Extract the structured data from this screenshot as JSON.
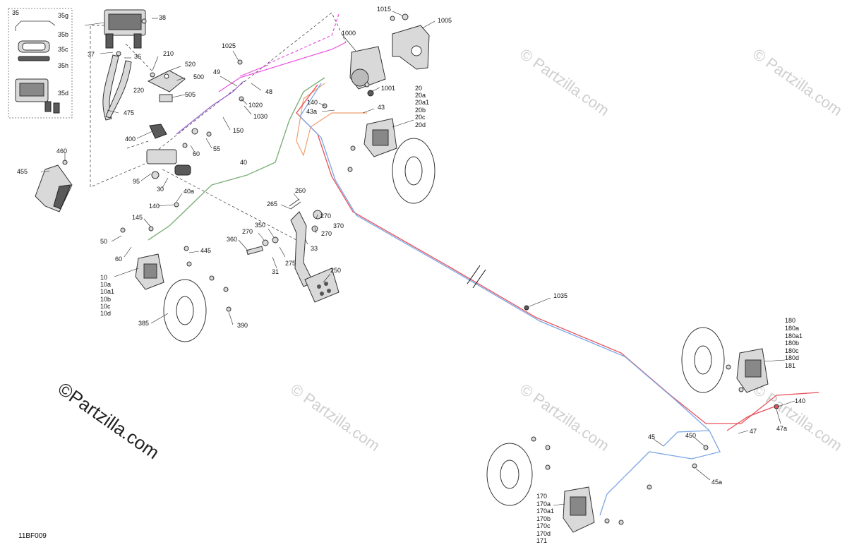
{
  "diagram": {
    "code": "11BF009",
    "watermark_main": "©Partzilla.com",
    "watermark_small": "© Partzilla.com",
    "line_colors": {
      "red": "#e8505a",
      "blue": "#7aa6e6",
      "green": "#7fb07a",
      "magenta": "#e94fe0",
      "orange": "#f0a070"
    }
  },
  "callouts": {
    "c35": "35",
    "c35g": "35g",
    "c35b": "35b",
    "c35c": "35c",
    "c35h": "35h",
    "c35d": "35d",
    "c38": "38",
    "c37": "37",
    "c36": "36",
    "c210": "210",
    "c520": "520",
    "c500": "500",
    "c220": "220",
    "c505": "505",
    "c475": "475",
    "c1025": "1025",
    "c49": "49",
    "c48": "48",
    "c1020": "1020",
    "c1030": "1030",
    "c150": "150",
    "c400": "400",
    "c60a": "60",
    "c55": "55",
    "c460": "460",
    "c455": "455",
    "c95": "95",
    "c30": "30",
    "c40": "40",
    "c40a": "40a",
    "c140a": "140",
    "c145": "145",
    "c50": "50",
    "c60b": "60",
    "c10": "10",
    "c10a": "10a",
    "c10a1": "10a1",
    "c10b": "10b",
    "c10c": "10c",
    "c10d": "10d",
    "c445": "445",
    "c385": "385",
    "c390": "390",
    "c1015": "1015",
    "c1005": "1005",
    "c1000": "1000",
    "c1001": "1001",
    "c140b": "140",
    "c43a": "43a",
    "c43": "43",
    "c20": "20",
    "c20a": "20a",
    "c20a1": "20a1",
    "c20b": "20b",
    "c20c": "20c",
    "c20d": "20d",
    "c260": "260",
    "c265": "265",
    "c270a": "270",
    "c370": "370",
    "c270b": "270",
    "c350": "350",
    "c360": "360",
    "c275": "275",
    "c33": "33",
    "c31": "31",
    "c250": "250",
    "c1035": "1035",
    "c180": "180",
    "c180a": "180a",
    "c180a1": "180a1",
    "c180b": "180b",
    "c180c": "180c",
    "c180d": "180d",
    "c181": "181",
    "c140c": "140",
    "c47a": "47a",
    "c47": "47",
    "c45": "45",
    "c450": "450",
    "c45a": "45a",
    "c170": "170",
    "c170a": "170a",
    "c170a1": "170a1",
    "c170b": "170b",
    "c170c": "170c",
    "c170d": "170d",
    "c171": "171"
  }
}
